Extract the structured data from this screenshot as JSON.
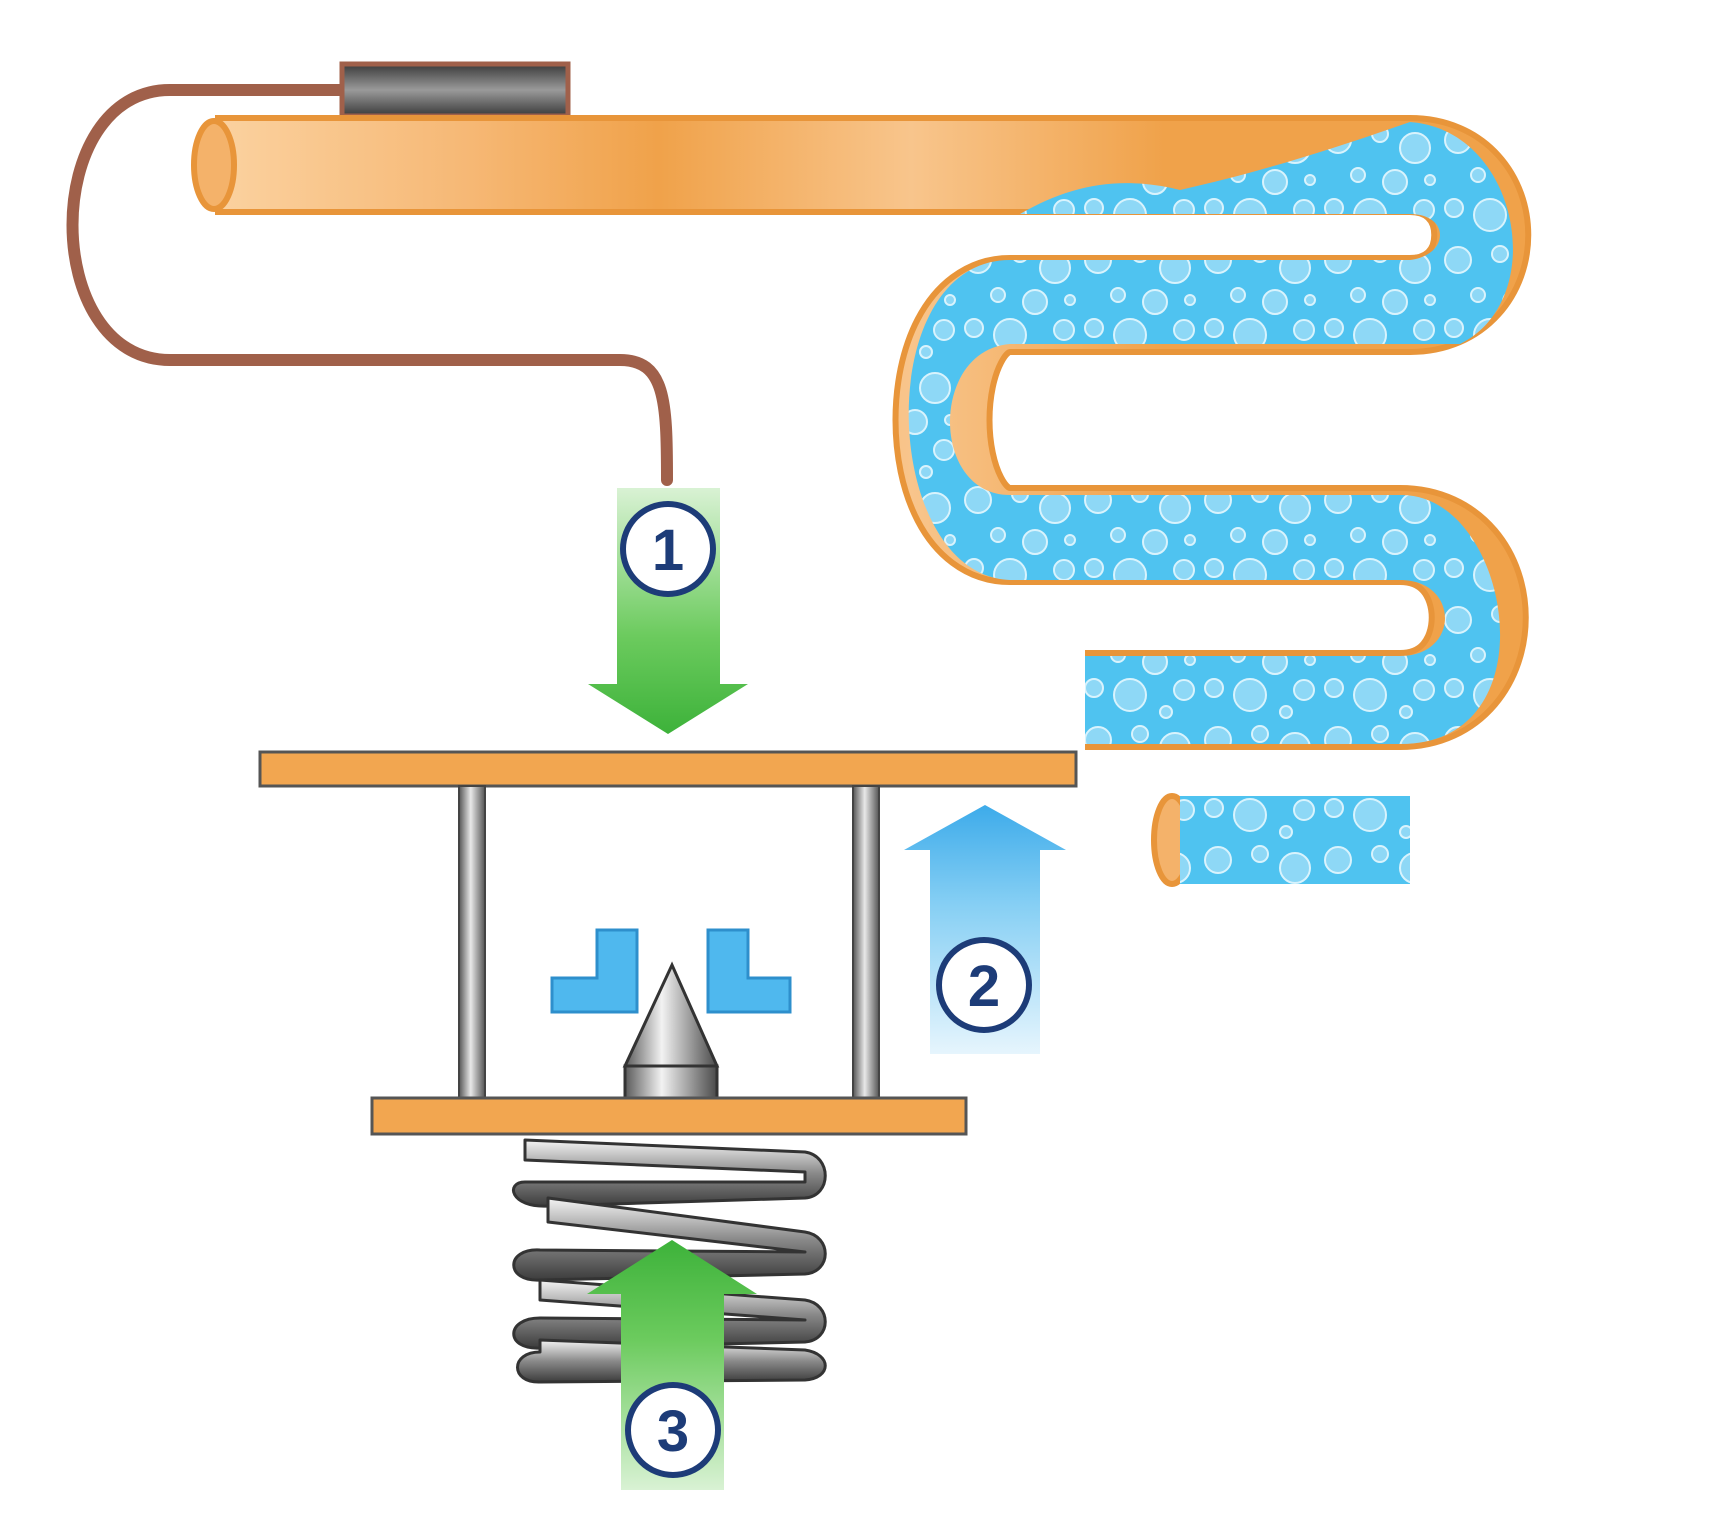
{
  "diagram": {
    "labels": [
      {
        "id": "force-1",
        "text": "1"
      },
      {
        "id": "force-2",
        "text": "2"
      },
      {
        "id": "force-3",
        "text": "3"
      }
    ]
  },
  "colors": {
    "tube_orange": "#F0A24A",
    "tube_outline": "#E8953A",
    "fluid_blue": "#4FC3F0",
    "bubble_blue": "#8ED8F6",
    "capillary_brown": "#A0604A",
    "bulb_gray": "#555555",
    "plate_orange": "#F2A650",
    "arrow_green": "#4CBF4C",
    "arrow_blue": "#4DB6EE",
    "valve_blue": "#4FB8EE",
    "circle_navy": "#1D3C78",
    "spring_gray": "#7A7A7A"
  },
  "icons": [
    "bulb-icon",
    "spring-icon",
    "needle-valve-icon",
    "valve-seat-icon"
  ]
}
